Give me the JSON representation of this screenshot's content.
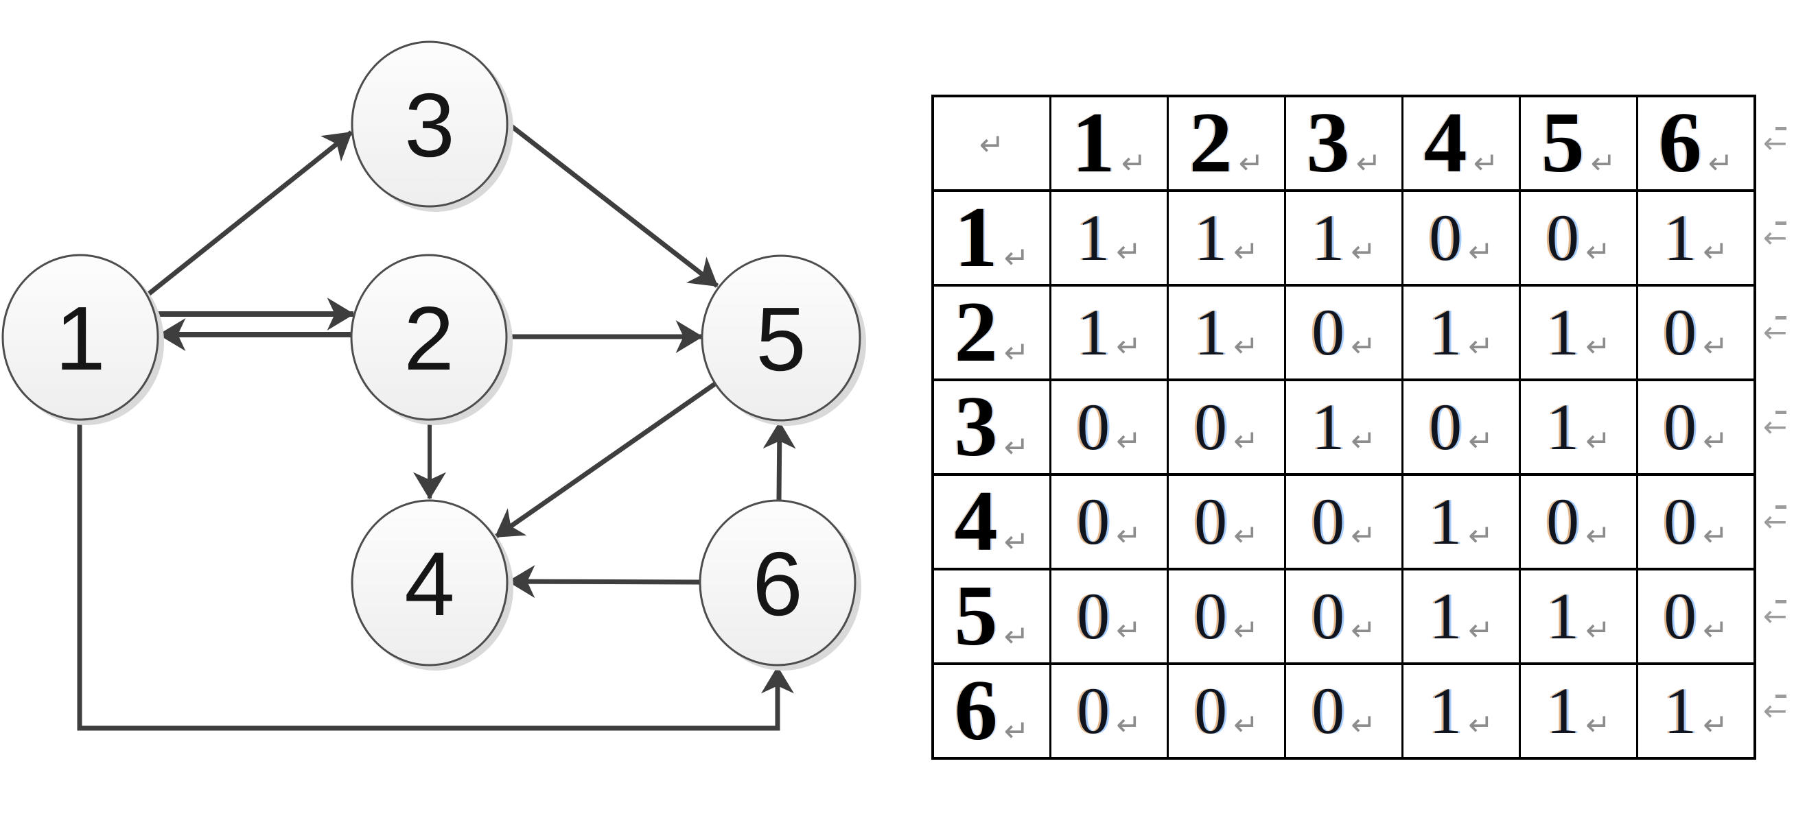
{
  "graph": {
    "nodes": [
      {
        "id": "1"
      },
      {
        "id": "2"
      },
      {
        "id": "3"
      },
      {
        "id": "4"
      },
      {
        "id": "5"
      },
      {
        "id": "6"
      }
    ],
    "edges": [
      {
        "from": "1",
        "to": "3"
      },
      {
        "from": "3",
        "to": "5"
      },
      {
        "from": "1",
        "to": "2"
      },
      {
        "from": "2",
        "to": "1"
      },
      {
        "from": "2",
        "to": "5"
      },
      {
        "from": "2",
        "to": "4"
      },
      {
        "from": "5",
        "to": "4"
      },
      {
        "from": "6",
        "to": "4"
      },
      {
        "from": "6",
        "to": "5"
      },
      {
        "from": "1",
        "to": "6"
      }
    ],
    "colors": {
      "edge": "#3e3e3e",
      "node_stroke": "#4d4d4d",
      "node_fill_top": "#fdfdfd",
      "node_fill_bottom": "#eeeeee",
      "node_shadow": "#d9d9d9",
      "label": "#151515"
    }
  },
  "matrix_table": {
    "column_headers": [
      "1",
      "2",
      "3",
      "4",
      "5",
      "6"
    ],
    "rows": [
      {
        "header": "1",
        "values": [
          "1",
          "1",
          "1",
          "0",
          "0",
          "1"
        ]
      },
      {
        "header": "2",
        "values": [
          "1",
          "1",
          "0",
          "1",
          "1",
          "0"
        ]
      },
      {
        "header": "3",
        "values": [
          "0",
          "0",
          "1",
          "0",
          "1",
          "0"
        ]
      },
      {
        "header": "4",
        "values": [
          "0",
          "0",
          "0",
          "1",
          "0",
          "0"
        ]
      },
      {
        "header": "5",
        "values": [
          "0",
          "0",
          "0",
          "1",
          "1",
          "0"
        ]
      },
      {
        "header": "6",
        "values": [
          "0",
          "0",
          "0",
          "1",
          "1",
          "1"
        ]
      }
    ],
    "return_mark": "↵",
    "end_of_row_mark": "←",
    "colors": {
      "border": "#000000",
      "header_text": "#000000",
      "cell_text": "#10141f",
      "mark": "#8c8c8c"
    }
  }
}
